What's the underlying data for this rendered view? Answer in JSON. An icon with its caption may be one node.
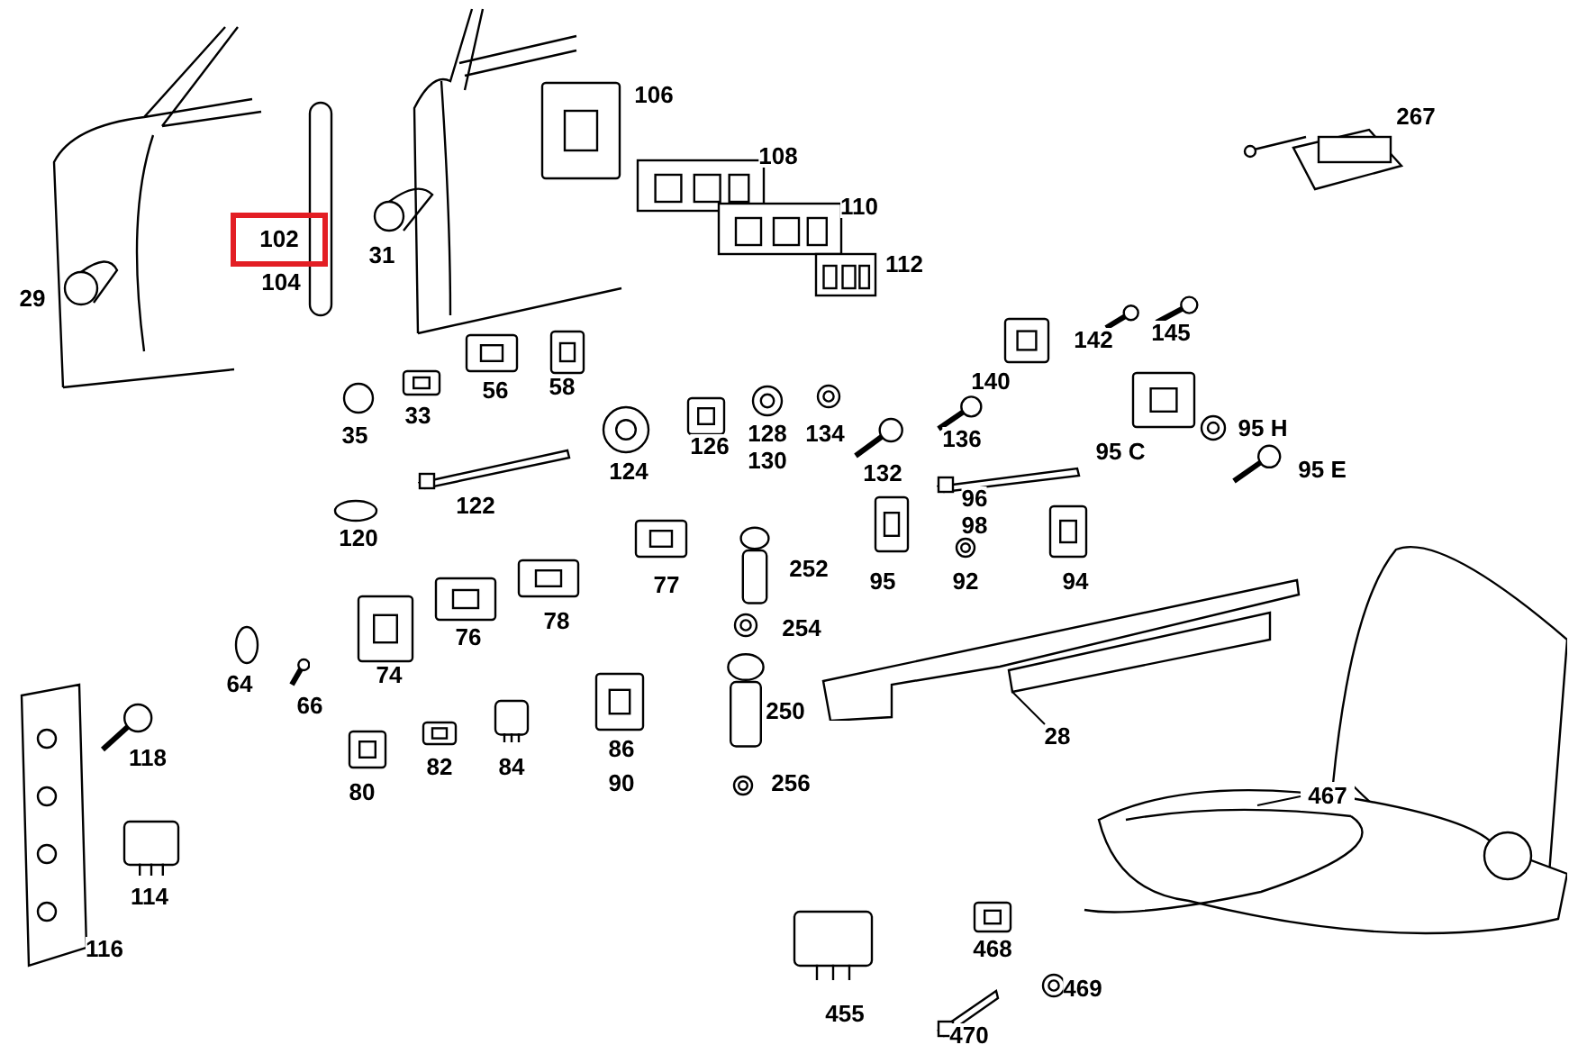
{
  "diagram": {
    "nodes": [
      {
        "text": [
          "28"
        ]
      },
      {
        "text": [],
        "shape": "picture"
      },
      {
        "text": [
          "467"
        ],
        "in": 3
      },
      {
        "text": [],
        "shape": "picture"
      },
      {
        "text": [
          "102"
        ]
      }
    ],
    "edges": [
      {
        "from": 0,
        "to": 1,
        "arrow": "none"
      },
      {
        "from": 2,
        "to": 3,
        "arrow": "none"
      }
    ],
    "labels": [
      "106",
      "267",
      "108",
      "110",
      "112",
      "104",
      "29",
      "31",
      "145",
      "142",
      "140",
      "58",
      "56",
      "33",
      "35",
      "136",
      "126",
      "128",
      "134",
      "95 H",
      "95 C",
      "130",
      "124",
      "132",
      "95 E",
      "96",
      "122",
      "98",
      "120",
      "252",
      "77",
      "95",
      "92",
      "94",
      "254",
      "78",
      "76",
      "74",
      "64",
      "66",
      "118",
      "250",
      "86",
      "80",
      "82",
      "84",
      "90",
      "256",
      "114",
      "116",
      "468",
      "469",
      "455",
      "470"
    ]
  }
}
